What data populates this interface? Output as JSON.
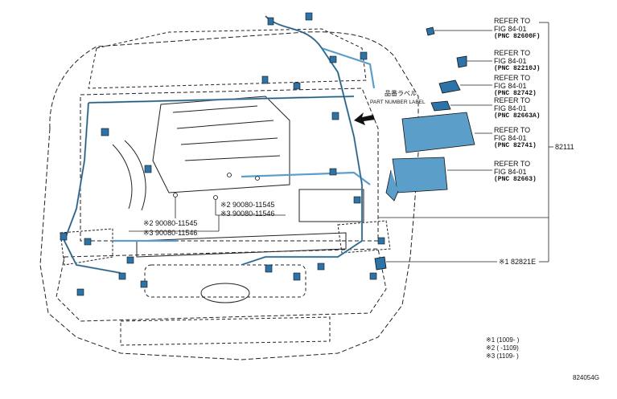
{
  "callouts": [
    {
      "refer": "REFER TO",
      "fig": "FIG 84-01",
      "pnc": "(PNC 82600F)"
    },
    {
      "refer": "REFER TO",
      "fig": "FIG 84-01",
      "pnc": "(PNC 82210J)"
    },
    {
      "refer": "REFER TO",
      "fig": "FIG 84-01",
      "pnc": "(PNC 82742)"
    },
    {
      "refer": "REFER TO",
      "fig": "FIG 84-01",
      "pnc": "(PNC 82663A)"
    },
    {
      "refer": "REFER TO",
      "fig": "FIG 84-01",
      "pnc": "(PNC 82741)"
    },
    {
      "refer": "REFER TO",
      "fig": "FIG 84-01",
      "pnc": "(PNC 82663)"
    }
  ],
  "group_part": "82111",
  "part_label": {
    "jp": "品番ラベル",
    "en": "PART NUMBER LABEL"
  },
  "parts": {
    "p1": "※2 90080-11545",
    "p2": "※3 90080-11546",
    "p3": "※2 90080-11545",
    "p4": "※3 90080-11546",
    "p5": "※1 82821E"
  },
  "legend": [
    "※1 (1009-      )",
    "※2 (       -1109)",
    "※3 (1109-      )"
  ],
  "illustration_id": "824054G",
  "colors": {
    "harness": "#5b9ec9",
    "connector": "#2e73a8",
    "line": "#222222"
  }
}
